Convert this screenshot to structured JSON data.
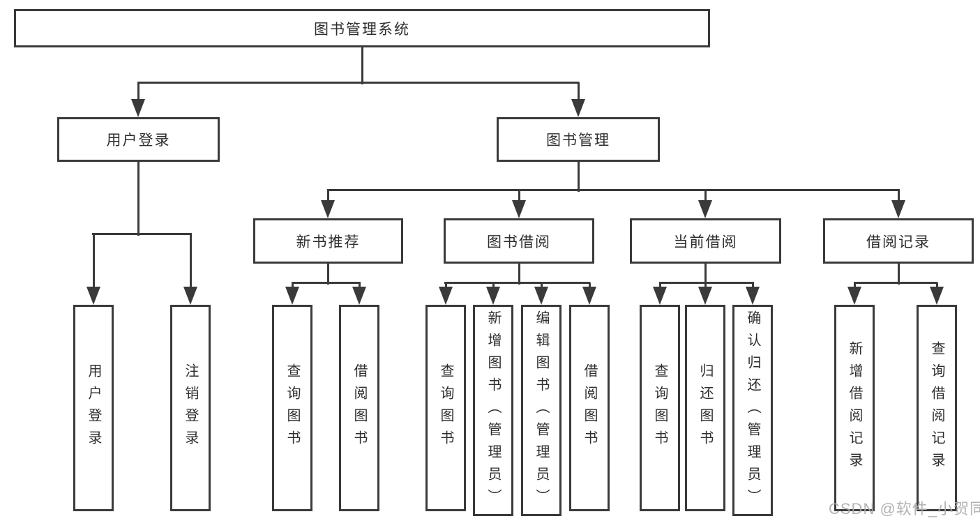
{
  "colors": {
    "line": "#3a3a3a",
    "text": "#2e2e2e",
    "background": "#ffffff",
    "watermark": "#acacac"
  },
  "watermark": {
    "text": "CSDN @软件_小贺同学"
  },
  "diagram": {
    "root": {
      "label": "图书管理系统"
    },
    "branches": {
      "user_login": {
        "label": "用户登录"
      },
      "book_management": {
        "label": "图书管理"
      },
      "new_book_recommend": {
        "label": "新书推荐"
      },
      "book_borrowing": {
        "label": "图书借阅"
      },
      "current_borrowing": {
        "label": "当前借阅"
      },
      "borrowing_records": {
        "label": "借阅记录"
      }
    },
    "leaves": {
      "user_login_action": {
        "label": "用户登录"
      },
      "logout_action": {
        "label": "注销登录"
      },
      "nbr_query_books": {
        "label": "查询图书"
      },
      "nbr_borrow_books": {
        "label": "借阅图书"
      },
      "bb_query_books": {
        "label": "查询图书"
      },
      "bb_add_books_admin": {
        "label": "新增图书（管理员）"
      },
      "bb_edit_books_admin": {
        "label": "编辑图书（管理员）"
      },
      "bb_borrow_books": {
        "label": "借阅图书"
      },
      "cb_query_books": {
        "label": "查询图书"
      },
      "cb_return_books": {
        "label": "归还图书"
      },
      "cb_confirm_return_admin": {
        "label": "确认归还（管理员）"
      },
      "br_add_record": {
        "label": "新增借阅记录"
      },
      "br_query_record": {
        "label": "查询借阅记录"
      }
    }
  }
}
